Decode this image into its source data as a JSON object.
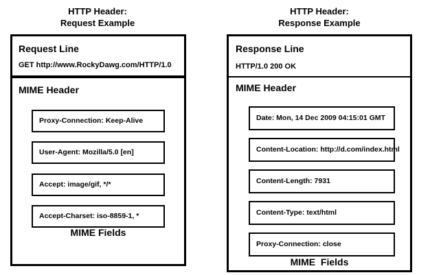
{
  "request_panel": {
    "title": "HTTP Header:\nRequest Example",
    "start_line_heading": "Request Line",
    "start_line_value": "GET http://www.RockyDawg.com/HTTP/1.0",
    "mime_heading": "MIME Header",
    "fields_caption": "MIME Fields",
    "fields": [
      {
        "text": "Proxy-Connection: Keep-Alive"
      },
      {
        "text": "User-Agent: Mozilla/5.0 [en]"
      },
      {
        "text": "Accept: image/gif, */*"
      },
      {
        "text": "Accept-Charset:  iso-8859-1, *"
      }
    ]
  },
  "response_panel": {
    "title": "HTTP Header:\nResponse Example",
    "start_line_heading": "Response Line",
    "start_line_value": "HTTP/1.0 200 OK",
    "mime_heading": "MIME Header",
    "fields_caption": "MIME  Fields",
    "fields": [
      {
        "text": "Date: Mon, 14 Dec 2009 04:15:01 GMT"
      },
      {
        "text": "Content-Location: http://d.com/index.html"
      },
      {
        "text": "Content-Length: 7931"
      },
      {
        "text": "Content-Type: text/html"
      },
      {
        "text": "Proxy-Connection: close"
      }
    ]
  },
  "colors": {
    "background": "#ffffff",
    "foreground": "#000000",
    "border": "#000000"
  }
}
